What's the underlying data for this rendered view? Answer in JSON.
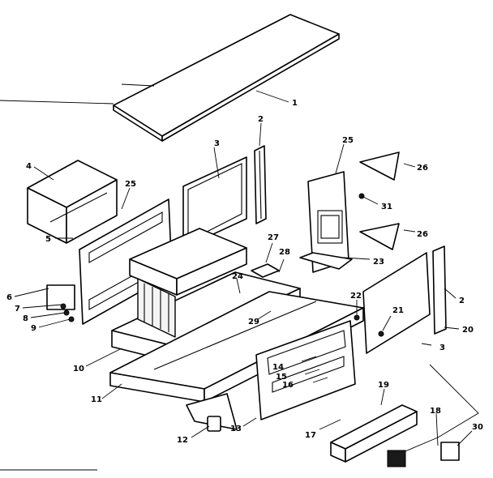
{
  "callouts": {
    "c1": "1",
    "c2a": "2",
    "c2b": "2",
    "c3a": "3",
    "c3b": "3",
    "c4": "4",
    "c5": "5",
    "c6": "6",
    "c7": "7",
    "c8": "8",
    "c9": "9",
    "c10": "10",
    "c11": "11",
    "c12": "12",
    "c13": "13",
    "c14": "14",
    "c15": "15",
    "c16": "16",
    "c17": "17",
    "c18": "18",
    "c19": "19",
    "c20": "20",
    "c21": "21",
    "c22": "22",
    "c23": "23",
    "c24": "24",
    "c25a": "25",
    "c25b": "25",
    "c26a": "26",
    "c26b": "26",
    "c27": "27",
    "c28": "28",
    "c29": "29",
    "c30": "30",
    "c31": "31"
  }
}
